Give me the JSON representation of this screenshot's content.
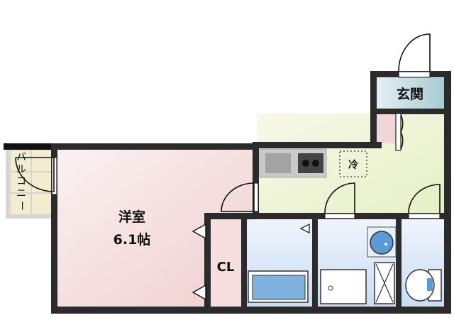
{
  "rooms": {
    "western_room": {
      "name": "洋室",
      "size": "6.1帖"
    },
    "closet": "CL",
    "entrance": "玄関",
    "refrigerator": "冷",
    "balcony": [
      "バ",
      "ル",
      "コ",
      "ニ",
      "ー"
    ]
  },
  "colors": {
    "wall": "#2b2b2b",
    "western_room": "#f6e4e4",
    "kitchen": "#eff4d6",
    "bath": "#d9e8f6",
    "entrance": "#c9dfe6",
    "balcony": "#f3edcf"
  }
}
